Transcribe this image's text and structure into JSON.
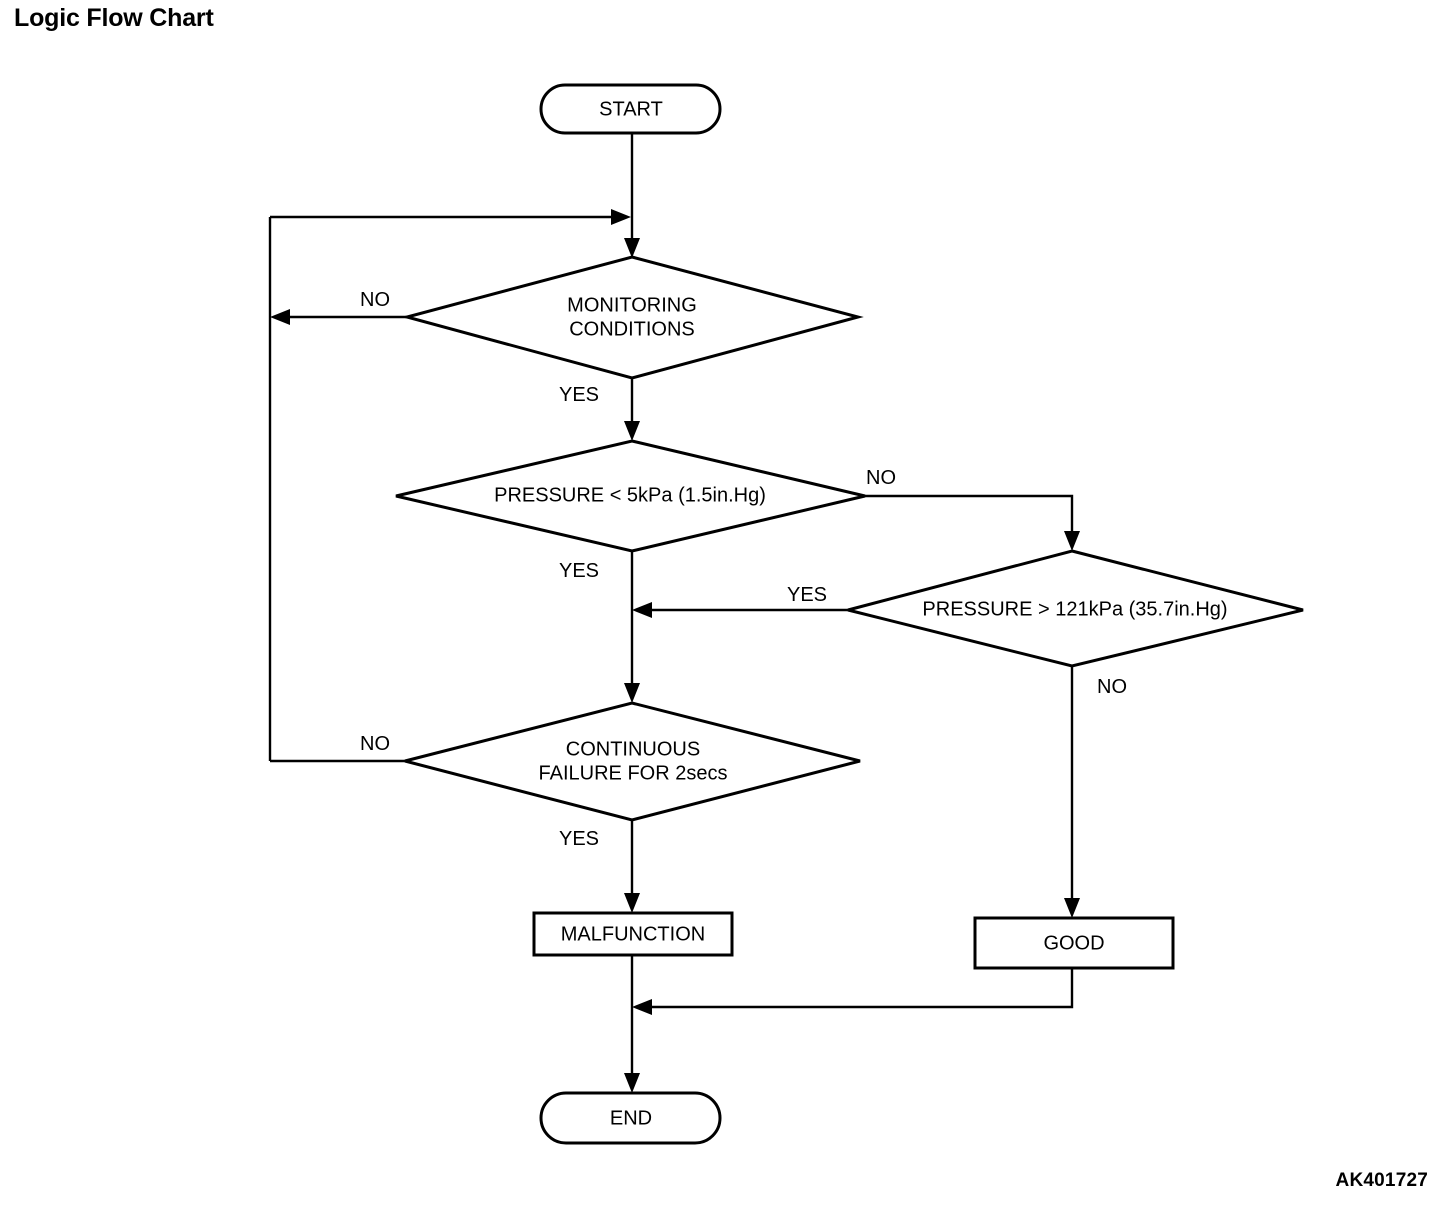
{
  "page": {
    "title": "Logic Flow Chart",
    "reference_code": "AK401727",
    "background_color": "#ffffff",
    "line_color": "#000000"
  },
  "chart_data": {
    "type": "diagram",
    "title": "Logic Flow Chart",
    "nodes": [
      {
        "id": "start",
        "shape": "terminator",
        "label": "START"
      },
      {
        "id": "monitoring",
        "shape": "decision",
        "label_line1": "MONITORING",
        "label_line2": "CONDITIONS"
      },
      {
        "id": "pressure_low",
        "shape": "decision",
        "label_line1": "PRESSURE < 5kPa (1.5in.Hg)",
        "label_line2": ""
      },
      {
        "id": "pressure_high",
        "shape": "decision",
        "label_line1": "PRESSURE > 121kPa (35.7in.Hg)",
        "label_line2": ""
      },
      {
        "id": "continuous_failure",
        "shape": "decision",
        "label_line1": "CONTINUOUS",
        "label_line2": "FAILURE FOR 2secs"
      },
      {
        "id": "malfunction",
        "shape": "process",
        "label": "MALFUNCTION"
      },
      {
        "id": "good",
        "shape": "process",
        "label": "GOOD"
      },
      {
        "id": "end",
        "shape": "terminator",
        "label": "END"
      }
    ],
    "edges": [
      {
        "from": "start",
        "to": "monitoring",
        "label": ""
      },
      {
        "from": "monitoring",
        "to": "monitoring",
        "label": "NO"
      },
      {
        "from": "monitoring",
        "to": "pressure_low",
        "label": "YES"
      },
      {
        "from": "pressure_low",
        "to": "pressure_high",
        "label": "NO"
      },
      {
        "from": "pressure_low",
        "to": "continuous_failure",
        "label": "YES"
      },
      {
        "from": "pressure_high",
        "to": "continuous_failure",
        "label": "YES"
      },
      {
        "from": "pressure_high",
        "to": "good",
        "label": "NO"
      },
      {
        "from": "continuous_failure",
        "to": "monitoring",
        "label": "NO"
      },
      {
        "from": "continuous_failure",
        "to": "malfunction",
        "label": "YES"
      },
      {
        "from": "malfunction",
        "to": "end",
        "label": ""
      },
      {
        "from": "good",
        "to": "end",
        "label": ""
      }
    ],
    "branch_labels": {
      "monitoring_no": "NO",
      "monitoring_yes": "YES",
      "pressure_low_no": "NO",
      "pressure_low_yes": "YES",
      "pressure_high_yes": "YES",
      "pressure_high_no": "NO",
      "continuous_failure_no": "NO",
      "continuous_failure_yes": "YES"
    }
  }
}
